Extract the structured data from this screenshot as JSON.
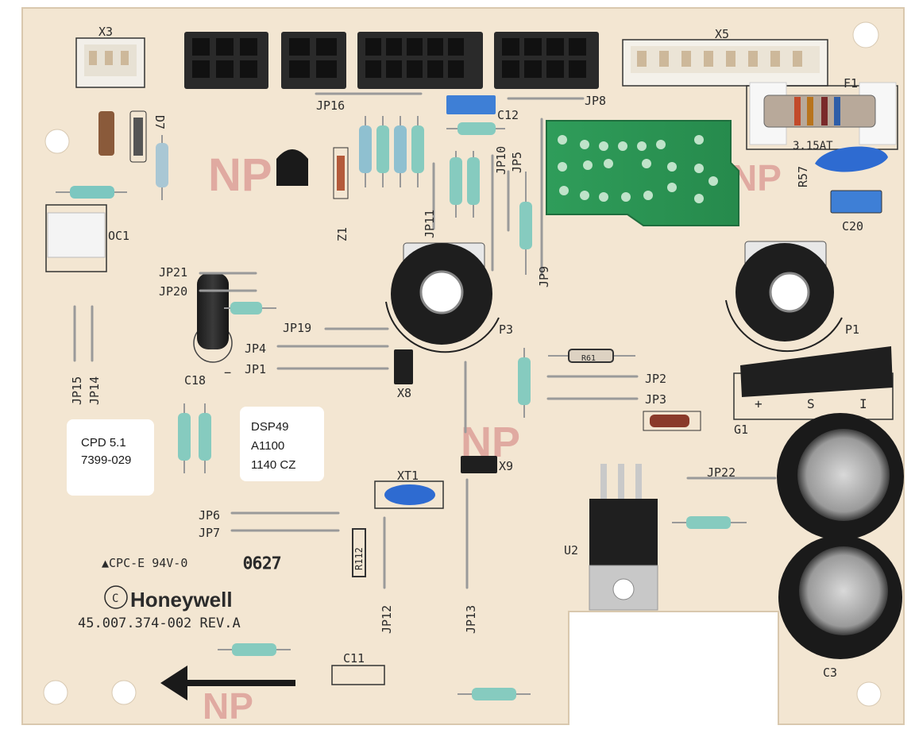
{
  "board": {
    "brand": "Honeywell",
    "copyright_symbol": "C",
    "part_number": "45.007.374-002 REV.A",
    "flammability": "▲CPC-E 94V-0",
    "date_code": "0627",
    "np_mark": "NP",
    "sticker_left": {
      "line1": "CPD 5.1",
      "line2": "7399-029"
    },
    "sticker_right": {
      "line1": "DSP49",
      "line2": "A1100",
      "line3": "1140  CZ"
    },
    "fuse_rating": "3.15AT",
    "polarity": {
      "plus": "+",
      "minus": "−",
      "g1_plus": "+",
      "g1_s": "S",
      "g1_minus": "I"
    }
  },
  "labels": {
    "x3": "X3",
    "x5": "X5",
    "jp16": "JP16",
    "jp8": "JP8",
    "c12": "C12",
    "d7": "D7",
    "f1": "F1",
    "r57": "R57",
    "c20": "C20",
    "oc1": "OC1",
    "z1": "Z1",
    "jp11": "JP11",
    "jp10": "JP10",
    "jp5": "JP5",
    "jp9": "JP9",
    "jp21": "JP21",
    "jp20": "JP20",
    "jp19": "JP19",
    "jp4": "JP4",
    "jp1": "JP1",
    "c18": "C18",
    "jp15": "JP15",
    "jp14": "JP14",
    "p3": "P3",
    "p1": "P1",
    "x8": "X8",
    "jp2": "JP2",
    "jp3": "JP3",
    "g1": "G1",
    "xt1": "XT1",
    "x9": "X9",
    "jp22": "JP22",
    "jp6": "JP6",
    "jp7": "JP7",
    "r112": "R112",
    "jp12": "JP12",
    "jp13": "JP13",
    "u2": "U2",
    "c11": "C11",
    "c3": "C3",
    "r61": "R61",
    "r112b": "R112"
  },
  "colors": {
    "board": "#f3e6d2",
    "solder_mask_green": "#2e9a55",
    "connector_black": "#2a2a2a",
    "silkscreen": "#2b2b2b",
    "np_red": "#d27a7a",
    "cap_blue": "#2e6bd1"
  }
}
